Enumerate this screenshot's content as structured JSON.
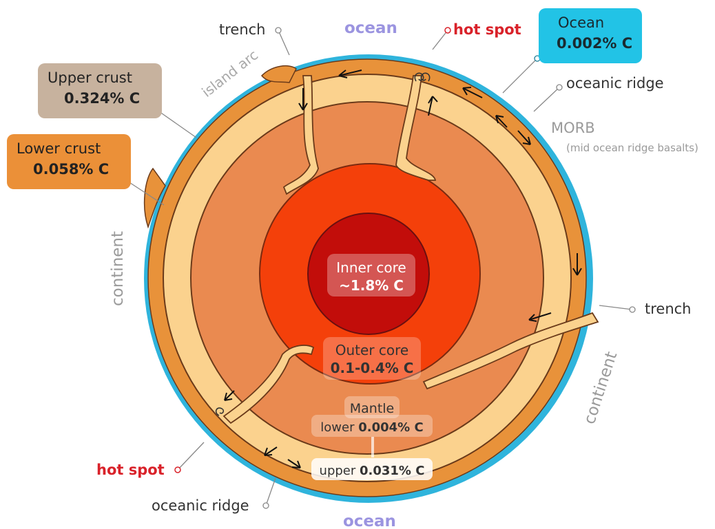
{
  "labels": {
    "ocean_top": "ocean",
    "ocean_bottom": "ocean",
    "trench_top": "trench",
    "trench_right": "trench",
    "hot_spot_top": "hot spot",
    "hot_spot_bottom": "hot spot",
    "island_arc": "island arc",
    "oceanic_ridge_top": "oceanic ridge",
    "oceanic_ridge_bottom": "oceanic ridge",
    "morb": "MORB",
    "morb_sub": "(mid ocean ridge basalts)",
    "continent_left": "continent",
    "continent_right": "continent"
  },
  "boxes": {
    "ocean": {
      "name": "Ocean",
      "value": "0.002% C"
    },
    "upper_crust": {
      "name": "Upper crust",
      "value": "0.324% C"
    },
    "lower_crust": {
      "name": "Lower crust",
      "value": "0.058% C"
    }
  },
  "layers": {
    "inner_core": {
      "name": "Inner core",
      "value": "~1.8% C"
    },
    "outer_core": {
      "name": "Outer core",
      "value": "0.1-0.4% C"
    },
    "mantle": {
      "name": "Mantle",
      "lower_label": "lower",
      "lower_value": "0.004% C",
      "upper_label": "upper",
      "upper_value": "0.031% C"
    }
  },
  "colors": {
    "ocean": "#2fb4dc",
    "ocean_box": "#22c3e6",
    "crust": "#e8923a",
    "upper_mantle": "#fbd28e",
    "lower_mantle": "#ea8a50",
    "outer_core": "#f4400a",
    "inner_core": "#c20d0a",
    "upper_crust_box": "#c7b29e",
    "lower_crust_box": "#eb9038",
    "hot_spot_text": "#d9222a",
    "ocean_text": "#9b94e0",
    "grey_text": "#9a9a9a",
    "dark_text": "#333333"
  }
}
